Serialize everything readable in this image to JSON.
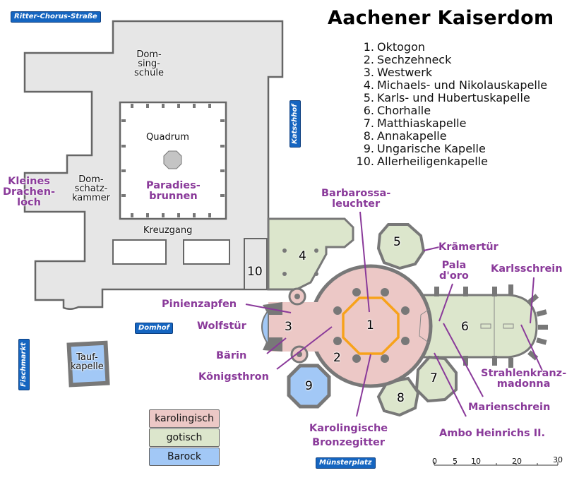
{
  "title": "Aachener Kaiserdom",
  "legend": [
    {
      "num": "1.",
      "name": "Oktogon"
    },
    {
      "num": "2.",
      "name": "Sechzehneck"
    },
    {
      "num": "3.",
      "name": "Westwerk"
    },
    {
      "num": "4.",
      "name": "Michaels- und Nikolauskapelle"
    },
    {
      "num": "5.",
      "name": "Karls- und Hubertuskapelle"
    },
    {
      "num": "6.",
      "name": "Chorhalle"
    },
    {
      "num": "7.",
      "name": "Matthiaskapelle"
    },
    {
      "num": "8.",
      "name": "Annakapelle"
    },
    {
      "num": "9.",
      "name": "Ungarische Kapelle"
    },
    {
      "num": "10.",
      "name": "Allerheiligenkapelle"
    }
  ],
  "streets": {
    "ritter": "Ritter-Chorus-Straße",
    "katschhof": "Katschhof",
    "domhof": "Domhof",
    "fischmarkt": "Fischmarkt",
    "muensterplatz": "Münsterplatz"
  },
  "buildings": {
    "domsingschule": [
      "Dom-",
      "sing-",
      "schule"
    ],
    "quadrum": "Quadrum",
    "domschatzkammer": [
      "Dom-",
      "schatz-",
      "kammer"
    ],
    "kreuzgang": "Kreuzgang",
    "taufkapelle": [
      "Tauf-",
      "kapelle"
    ]
  },
  "points_of_interest": {
    "kleines_drachenloch": [
      "Kleines",
      "Drachen-",
      "loch"
    ],
    "paradiesbrunnen": [
      "Paradies-",
      "brunnen"
    ],
    "barbarossaleuchter": [
      "Barbarossa-",
      "leuchter"
    ],
    "kraemertuer": "Krämertür",
    "pala_doro": [
      "Pala",
      "d'oro"
    ],
    "karlsschrein": "Karlsschrein",
    "pinienzapfen": "Pinienzapfen",
    "wolfstuer": "Wolfstür",
    "baerin": "Bärin",
    "koenigsthron": "Königsthron",
    "strahlenkranzmadonna": [
      "Strahlenkranz-",
      "madonna"
    ],
    "marienschrein": "Marienschrein",
    "ambo": "Ambo Heinrichs II.",
    "bronzegitter": [
      "Karolingische",
      "Bronzegitter"
    ]
  },
  "section_numbers": [
    "1",
    "2",
    "3",
    "4",
    "5",
    "6",
    "7",
    "8",
    "9",
    "10"
  ],
  "era_legend": [
    {
      "label": "karolingisch",
      "color": "#ecc8c6"
    },
    {
      "label": "gotisch",
      "color": "#dce6cc"
    },
    {
      "label": "Barock",
      "color": "#a2c8f6"
    }
  ],
  "scale": {
    "ticks": [
      "0",
      "5",
      "10",
      "20",
      "30"
    ]
  },
  "colors": {
    "karolingisch": "#ecc8c6",
    "gotisch": "#dce6cc",
    "barock": "#a2c8f6",
    "wall": "#787878",
    "ground": "#e6e6e6",
    "label_purple": "#8a3a9a",
    "street_blue": "#1565c0",
    "octagon_orange": "#f7a21b"
  }
}
